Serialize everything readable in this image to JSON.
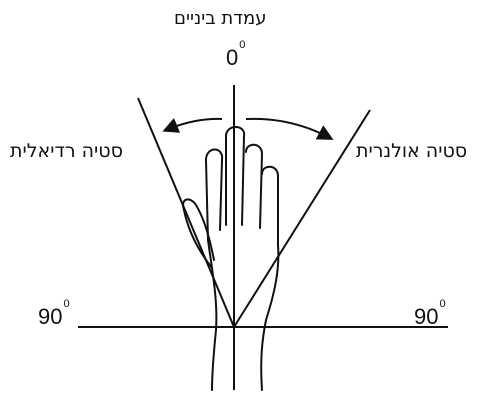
{
  "labels": {
    "neutral": "עמדת ביניים",
    "radial": "סטיה רדיאלית",
    "ulnar": "סטיה אולנרית"
  },
  "angles": {
    "top_value": "0",
    "top_unit": "0",
    "left_value": "90",
    "left_unit": "0",
    "right_value": "90",
    "right_unit": "0"
  }
}
